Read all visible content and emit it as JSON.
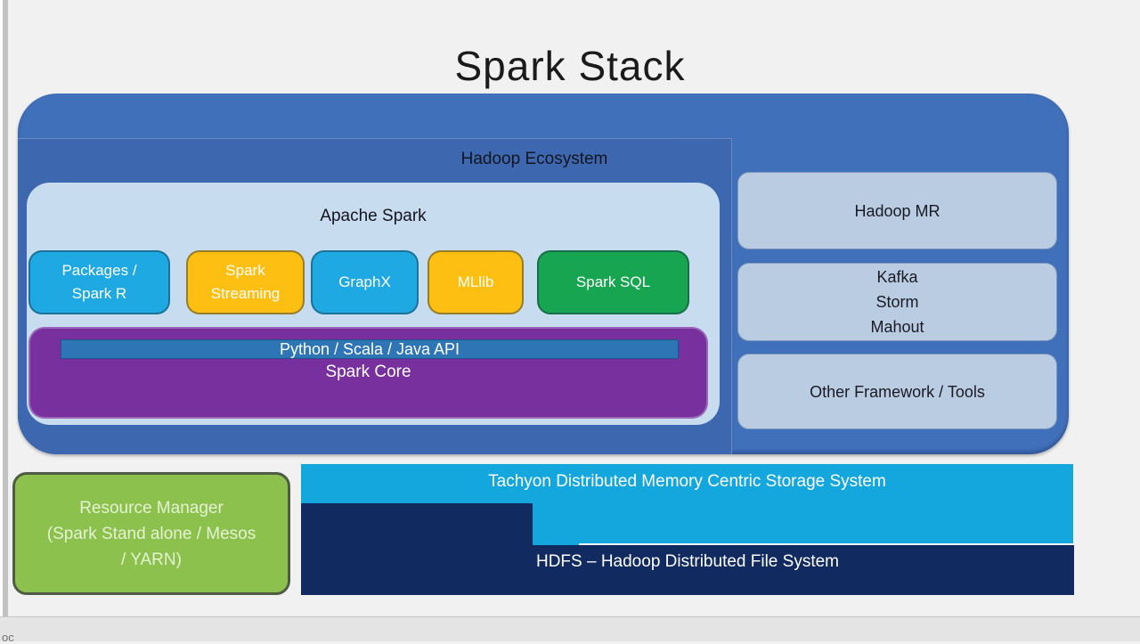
{
  "slide": {
    "title": "Spark Stack",
    "bottom_artifact_text": "oc"
  },
  "ecosystem": {
    "label": "Hadoop Ecosystem",
    "apache_spark": {
      "label": "Apache Spark",
      "components": [
        {
          "label": "Packages /\nSpark R",
          "color": "#1FA9E2"
        },
        {
          "label": "Spark\nStreaming",
          "color": "#FDC012"
        },
        {
          "label": "GraphX",
          "color": "#1FA9E2"
        },
        {
          "label": "MLlib",
          "color": "#FDC012"
        },
        {
          "label": "Spark SQL",
          "color": "#17A551"
        }
      ],
      "core": {
        "api_label": "Python / Scala / Java API",
        "core_label": "Spark Core"
      }
    },
    "other_frameworks": [
      {
        "label": "Hadoop MR"
      },
      {
        "label": "Kafka\nStorm\nMahout"
      },
      {
        "label": "Other Framework / Tools"
      }
    ]
  },
  "resource_manager": {
    "label": "Resource Manager\n(Spark Stand alone / Mesos\n/ YARN)"
  },
  "storage": {
    "tachyon_label": "Tachyon Distributed Memory Centric Storage System",
    "hdfs_label": "HDFS – Hadoop Distributed File System"
  },
  "colors": {
    "background": "#F1F1F2",
    "ecosystem_fill": "#4170BA",
    "ecosystem_panel_fill": "#3D68B0",
    "apache_spark_fill": "#C8DCEF",
    "component_cyan": "#1FA9E2",
    "component_gold": "#FDC012",
    "component_green": "#17A551",
    "spark_core_fill": "#77309D",
    "api_bar_fill": "#2E75B6",
    "framework_box_fill": "#B9CCE2",
    "resource_manager_fill": "#8CC14D",
    "tachyon_fill": "#14A7DE",
    "hdfs_fill": "#112A5F"
  }
}
